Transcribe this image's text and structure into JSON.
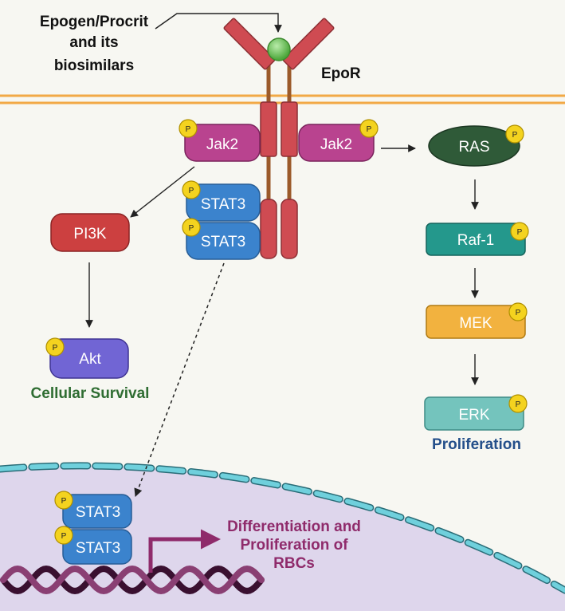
{
  "ligand": {
    "label_lines": [
      "Epogen/Procrit",
      "and its",
      "biosimilars"
    ]
  },
  "receptor": {
    "label": "EpoR"
  },
  "phospho_label": "P",
  "kinases": {
    "jak2_left": "Jak2",
    "jak2_right": "Jak2",
    "stat3_top": "STAT3",
    "stat3_bottom": "STAT3"
  },
  "pi3k_pathway": {
    "pi3k": "PI3K",
    "akt": "Akt",
    "outcome": "Cellular Survival"
  },
  "mapk_pathway": {
    "ras": "RAS",
    "raf1": "Raf-1",
    "mek": "MEK",
    "erk": "ERK",
    "outcome": "Proliferation"
  },
  "nucleus": {
    "stat3_top": "STAT3",
    "stat3_bottom": "STAT3",
    "outcome_lines": [
      "Differentiation and",
      "Proliferation of",
      "RBCs"
    ]
  },
  "colors": {
    "background": "#f7f7f2",
    "membrane": "#f2a946",
    "receptor_red": "#cf4b52",
    "receptor_stem": "#9b5a2a",
    "ligand_green": "#79c968",
    "jak2_magenta": "#b9438f",
    "stat3_blue": "#3b83cd",
    "pi3k_red": "#cc4040",
    "akt_purple": "#7165d4",
    "ras_green": "#2f5a38",
    "raf1_teal": "#24988c",
    "mek_orange": "#f2b23f",
    "erk_teal": "#74c4bd",
    "phospho_yellow": "#f4d31f",
    "survival_green": "#2f6d32",
    "proliferation_blue": "#244f8a",
    "rbc_magenta": "#8f2b6b",
    "nucleus_fill": "#ded6ec",
    "nucleus_edge": "#5fc2cf",
    "dna_dark": "#3a1030"
  }
}
